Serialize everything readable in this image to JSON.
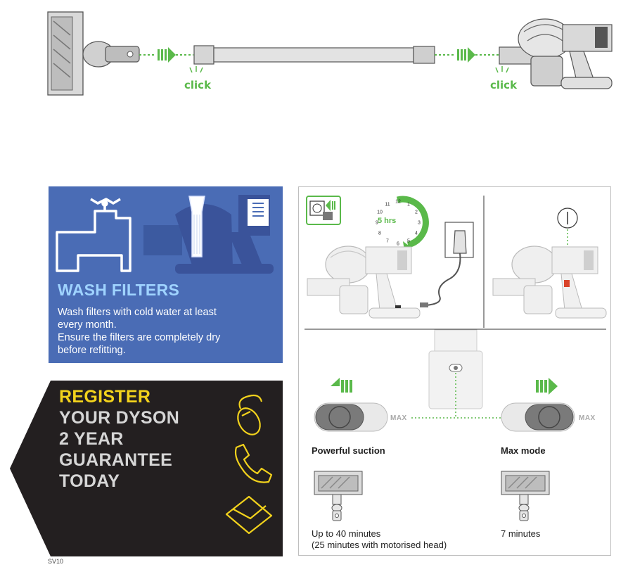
{
  "assembly": {
    "click_left": "click",
    "click_right": "click"
  },
  "wash_filters": {
    "title": "WASH FILTERS",
    "line1": "Wash filters with cold water at least",
    "line2": "every month.",
    "line3": "Ensure the filters are completely dry",
    "line4": "before refitting."
  },
  "register": {
    "line1": "REGISTER",
    "line2": "YOUR DYSON",
    "line3": "2 YEAR",
    "line4": "GUARANTEE",
    "line5": "TODAY"
  },
  "charging": {
    "time": "5 hrs",
    "clock_numbers": [
      "11",
      "12",
      "1",
      "2",
      "3",
      "4",
      "5",
      "6",
      "7",
      "8",
      "9",
      "10"
    ]
  },
  "modes": {
    "powerful_label": "Powerful suction",
    "max_label": "Max mode",
    "max_tag": "MAX",
    "powerful_runtime_1": "Up to 40 minutes",
    "powerful_runtime_2": "(25 minutes with motorised head)",
    "max_runtime": "7 minutes"
  },
  "footer": {
    "code": "SV10"
  },
  "colors": {
    "accent_green": "#5ab94a",
    "wash_blue": "#4a6cb5",
    "register_yellow": "#f2d21c",
    "register_bg": "#231f20"
  }
}
